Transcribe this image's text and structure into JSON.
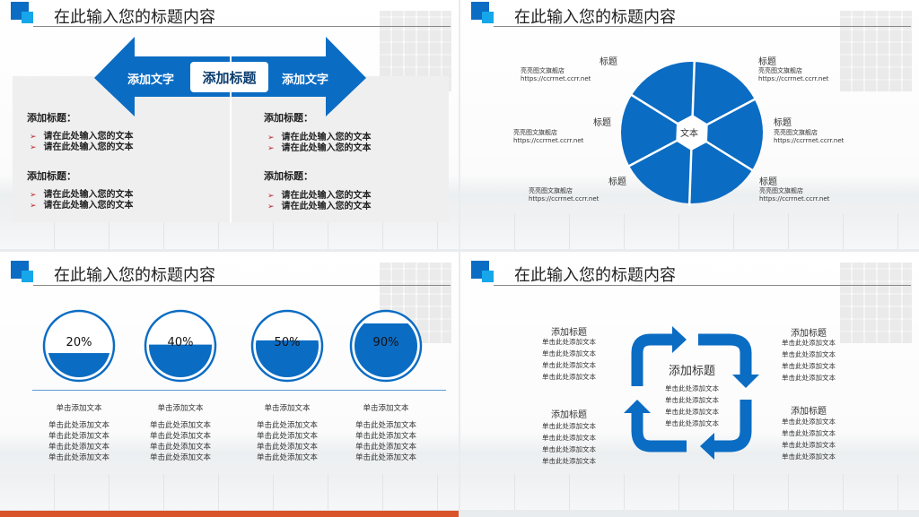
{
  "slide_title": "在此输入您的标题内容",
  "colors": {
    "primary": "#0b6cc3",
    "accent": "#15a7ea",
    "bullet": "#c0252b",
    "footer": "#d9542b"
  },
  "slide1": {
    "center_label": "添加标题",
    "left_arrow_label": "添加文字",
    "right_arrow_label": "添加文字",
    "columns": [
      {
        "groups": [
          {
            "heading": "添加标题：",
            "bullets": [
              "请在此处输入您的文本",
              "请在此处输入您的文本"
            ]
          },
          {
            "heading": "添加标题：",
            "bullets": [
              "请在此处输入您的文本",
              "请在此处输入您的文本"
            ]
          }
        ]
      },
      {
        "groups": [
          {
            "heading": "添加标题：",
            "bullets": [
              "请在此处输入您的文本",
              "请在此处输入您的文本"
            ]
          },
          {
            "heading": "添加标题：",
            "bullets": [
              "请在此处输入您的文本",
              "请在此处输入您的文本"
            ]
          }
        ]
      }
    ]
  },
  "slide2": {
    "center_label": "文本",
    "items": [
      {
        "title": "标题",
        "line1": "亮亮图文旗舰店",
        "line2": "https://ccrrnet.ccrr.net"
      },
      {
        "title": "标题",
        "line1": "亮亮图文旗舰店",
        "line2": "https://ccrrnet.ccrr.net"
      },
      {
        "title": "标题",
        "line1": "亮亮图文旗舰店",
        "line2": "https://ccrrnet.ccrr.net"
      },
      {
        "title": "标题",
        "line1": "亮亮图文旗舰店",
        "line2": "https://ccrrnet.ccrr.net"
      },
      {
        "title": "标题",
        "line1": "亮亮图文旗舰店",
        "line2": "https://ccrrnet.ccrr.net"
      },
      {
        "title": "标题",
        "line1": "亮亮图文旗舰店",
        "line2": "https://ccrrnet.ccrr.net"
      }
    ]
  },
  "slide3": {
    "gauges": [
      {
        "label": "20%",
        "value": 0.2,
        "caption": "单击添加文本",
        "lines": [
          "单击此处添加文本",
          "单击此处添加文本",
          "单击此处添加文本",
          "单击此处添加文本"
        ]
      },
      {
        "label": "40%",
        "value": 0.4,
        "caption": "单击添加文本",
        "lines": [
          "单击此处添加文本",
          "单击此处添加文本",
          "单击此处添加文本",
          "单击此处添加文本"
        ]
      },
      {
        "label": "50%",
        "value": 0.5,
        "caption": "单击添加文本",
        "lines": [
          "单击此处添加文本",
          "单击此处添加文本",
          "单击此处添加文本",
          "单击此处添加文本"
        ]
      },
      {
        "label": "90%",
        "value": 0.9,
        "caption": "单击添加文本",
        "lines": [
          "单击此处添加文本",
          "单击此处添加文本",
          "单击此处添加文本",
          "单击此处添加文本"
        ]
      }
    ]
  },
  "slide4": {
    "center": {
      "title": "添加标题",
      "lines": [
        "单击此处添加文本",
        "单击此处添加文本",
        "单击此处添加文本",
        "单击此处添加文本"
      ]
    },
    "blocks": [
      {
        "title": "添加标题",
        "lines": [
          "单击此处添加文本",
          "单击此处添加文本",
          "单击此处添加文本",
          "单击此处添加文本"
        ]
      },
      {
        "title": "添加标题",
        "lines": [
          "单击此处添加文本",
          "单击此处添加文本",
          "单击此处添加文本",
          "单击此处添加文本"
        ]
      },
      {
        "title": "添加标题",
        "lines": [
          "单击此处添加文本",
          "单击此处添加文本",
          "单击此处添加文本",
          "单击此处添加文本"
        ]
      },
      {
        "title": "添加标题",
        "lines": [
          "单击此处添加文本",
          "单击此处添加文本",
          "单击此处添加文本",
          "单击此处添加文本"
        ]
      }
    ]
  }
}
